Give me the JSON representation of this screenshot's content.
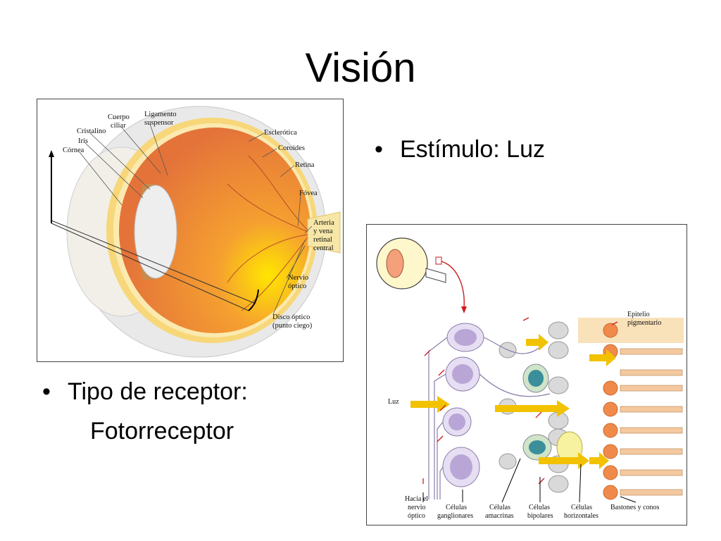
{
  "slide": {
    "title": "Visión",
    "bullets": [
      {
        "text": "Estímulo: Luz"
      },
      {
        "line1": "Tipo de receptor:",
        "line2": "Fotorreceptor"
      }
    ]
  },
  "eye_diagram": {
    "labels": {
      "cuerpo_ciliar": [
        "Cuerpo",
        "ciliar"
      ],
      "ligamento": [
        "Ligamento",
        "suspensor"
      ],
      "cristalino": "Cristalino",
      "iris": "Iris",
      "cornea": "Córnea",
      "esclerotica": "Esclerótica",
      "coroides": "Coroides",
      "retina": "Retina",
      "fovea": "Fóvea",
      "arteria": [
        "Arteria",
        "y vena",
        "retinal",
        "central"
      ],
      "nervio": [
        "Nervio",
        "óptico"
      ],
      "disco": [
        "Disco óptico",
        "(punto ciego)"
      ]
    }
  },
  "retina_diagram": {
    "labels": {
      "epitelio": [
        "Epitelio",
        "pigmentario"
      ],
      "luz": "Luz",
      "hacia": [
        "Hacia el",
        "nervio",
        "óptico"
      ],
      "ganglionares": [
        "Células",
        "ganglionares"
      ],
      "amacrinas": [
        "Células",
        "amacrinas"
      ],
      "bipolares": [
        "Células",
        "bipolares"
      ],
      "horizontales": [
        "Células",
        "horizontales"
      ],
      "bastones": "Bastones y conos"
    }
  },
  "colors": {
    "eye_orange": "#e8803a",
    "eye_yellow": "#ffcc00",
    "arrow_yellow": "#f2c200",
    "ganglion_purple": "#b9a6d6",
    "bipolar_teal": "#3a8f9a",
    "receptor_orange": "#f08a4b",
    "pointer_red": "#cc1b1b"
  }
}
